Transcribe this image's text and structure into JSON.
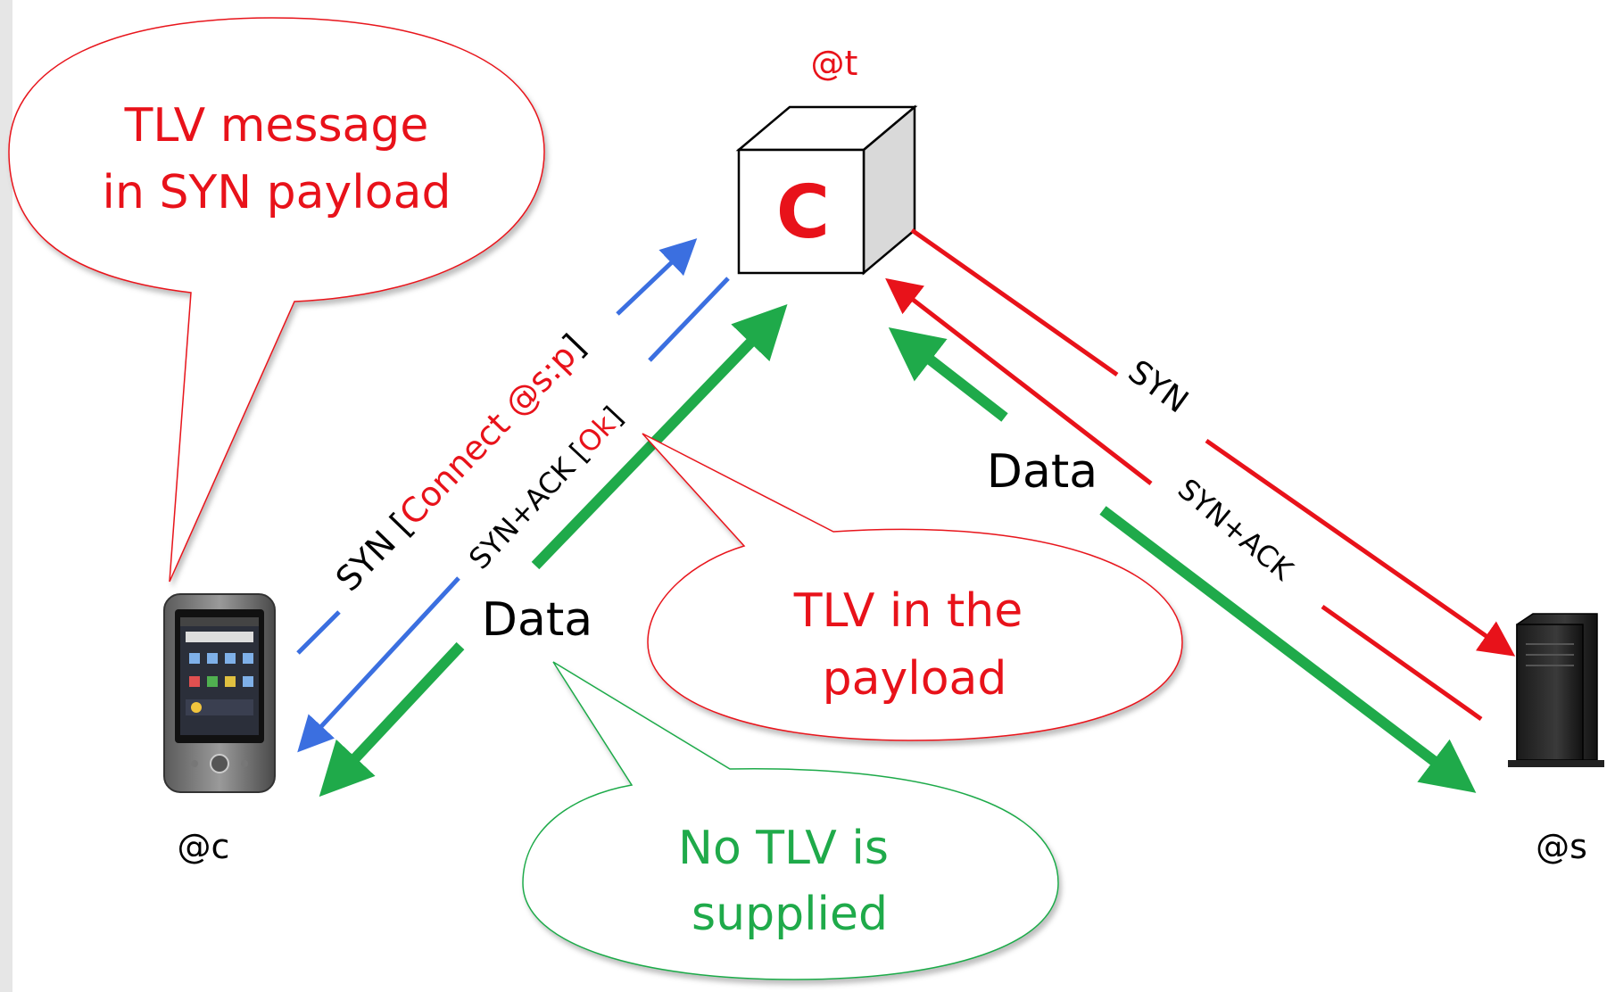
{
  "nodes": {
    "client_addr": "@c",
    "converter_addr": "@t",
    "converter_letter": "C",
    "server_addr": "@s"
  },
  "callouts": {
    "tlv_syn_line1": "TLV message",
    "tlv_syn_line2": "in SYN payload",
    "tlv_payload_line1": "TLV in the",
    "tlv_payload_line2": "payload",
    "no_tlv_line1": "No TLV is",
    "no_tlv_line2": "supplied"
  },
  "client_side": {
    "syn_prefix": "SYN [",
    "syn_payload": "Connect @s:p",
    "syn_suffix": "]",
    "synack_prefix": "SYN+ACK [",
    "synack_payload": "Ok",
    "synack_suffix": "]",
    "data_label": "Data"
  },
  "server_side": {
    "syn_label": "SYN",
    "synack_label": "SYN+ACK",
    "data_label": "Data"
  },
  "colors": {
    "red": "#e8121a",
    "blue": "#3b6fe0",
    "green": "#1faa4a",
    "black": "#000000"
  }
}
